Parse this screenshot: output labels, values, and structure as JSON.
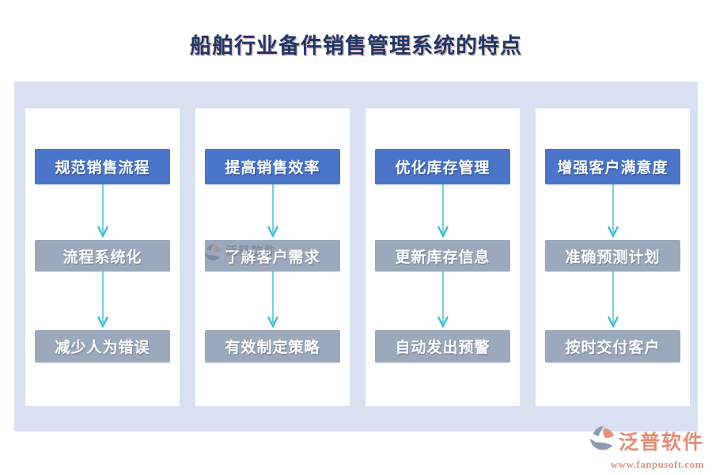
{
  "title": "船舶行业备件销售管理系统的特点",
  "columns": [
    {
      "header": "规范销售流程",
      "steps": [
        "流程系统化",
        "减少人为错误"
      ]
    },
    {
      "header": "提高销售效率",
      "steps": [
        "了解客户需求",
        "有效制定策略"
      ]
    },
    {
      "header": "优化库存管理",
      "steps": [
        "更新库存信息",
        "自动发出预警"
      ]
    },
    {
      "header": "增强客户满意度",
      "steps": [
        "准确预测计划",
        "按时交付客户"
      ]
    }
  ],
  "watermark": {
    "brand": "泛普软件",
    "site": "fanpusoft.com"
  },
  "footer": {
    "brand": "泛普软件",
    "website": "www.fanpusoft.com"
  },
  "colors": {
    "title": "#1E3765",
    "frame": "#D9E0F2",
    "header_box": "#4A75C8",
    "step_box": "#9CA9BC",
    "arrow": "#52C5D2",
    "brand_salmon": "#E08C76",
    "brand_gray": "#8D99AC"
  },
  "icons": [
    "down-arrow-icon",
    "fanpu-logo-icon"
  ]
}
